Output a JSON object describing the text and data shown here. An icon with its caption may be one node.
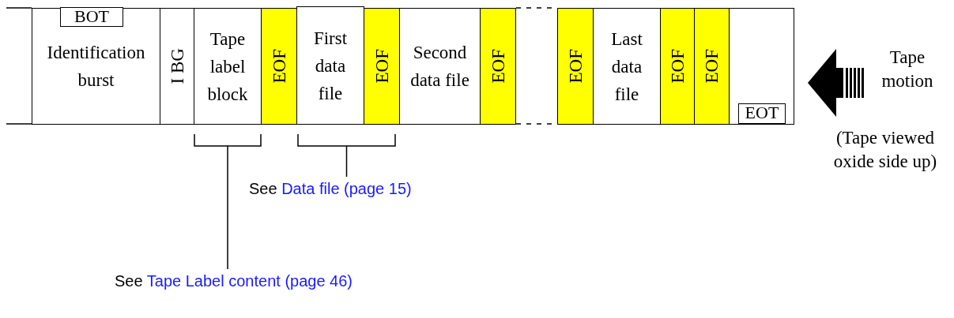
{
  "diagram": {
    "nodes": [
      {
        "text": [
          "Identification burst"
        ]
      },
      {
        "text": [
          "BOT"
        ],
        "in": 0
      },
      {
        "text": [
          "I BG"
        ]
      },
      {
        "text": [
          "Tape label block"
        ]
      },
      {
        "text": [
          "EOF"
        ]
      },
      {
        "text": [
          "First data file"
        ]
      },
      {
        "text": [
          "EOF"
        ]
      },
      {
        "text": [
          "Second data file"
        ]
      },
      {
        "text": [
          "EOF"
        ]
      },
      {
        "text": [
          "EOF"
        ]
      },
      {
        "text": [
          "Last data file"
        ]
      },
      {
        "text": [
          "EOF"
        ]
      },
      {
        "text": [
          "EOF"
        ]
      },
      {
        "text": [],
        "shape": "box"
      },
      {
        "text": [
          "EOT"
        ],
        "in": 13
      },
      {
        "text": [],
        "shape": "bracket"
      },
      {
        "text": [],
        "shape": "bracket"
      },
      {
        "text": [
          "See",
          "Data file (page 15)"
        ]
      },
      {
        "text": [
          "See",
          "Tape Label content (page 46)"
        ]
      }
    ],
    "edges": [
      {
        "from": 17,
        "to": 16,
        "arrow": "none"
      },
      {
        "from": 18,
        "to": 15,
        "arrow": "none"
      }
    ],
    "labels": [
      "Tape motion",
      "(Tape viewed oxide side up)"
    ]
  }
}
